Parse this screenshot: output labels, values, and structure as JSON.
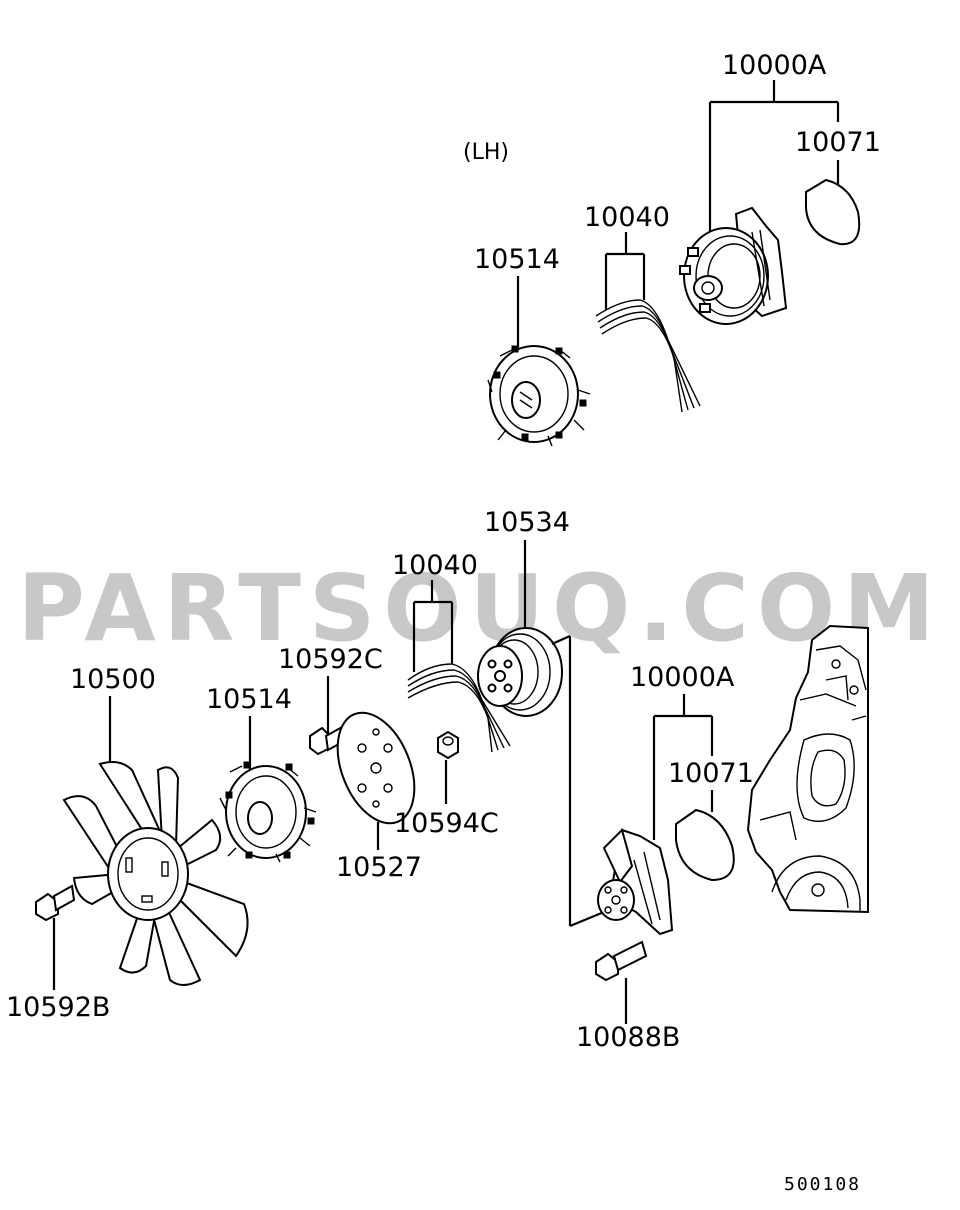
{
  "watermark": "PARTSOUQ.COM",
  "section_label": "(LH)",
  "diagram_code": "500108",
  "callouts": {
    "top_assembly": "10000A",
    "top_gasket": "10071",
    "top_belt": "10040",
    "top_clutch": "10514",
    "pulley": "10534",
    "mid_belt": "10040",
    "bolt_c": "10592C",
    "fan": "10500",
    "mid_clutch": "10514",
    "nut": "10594C",
    "spacer": "10527",
    "pump_assembly": "10000A",
    "pump_gasket": "10071",
    "fan_bolt": "10592B",
    "pump_bolt": "10088B"
  }
}
